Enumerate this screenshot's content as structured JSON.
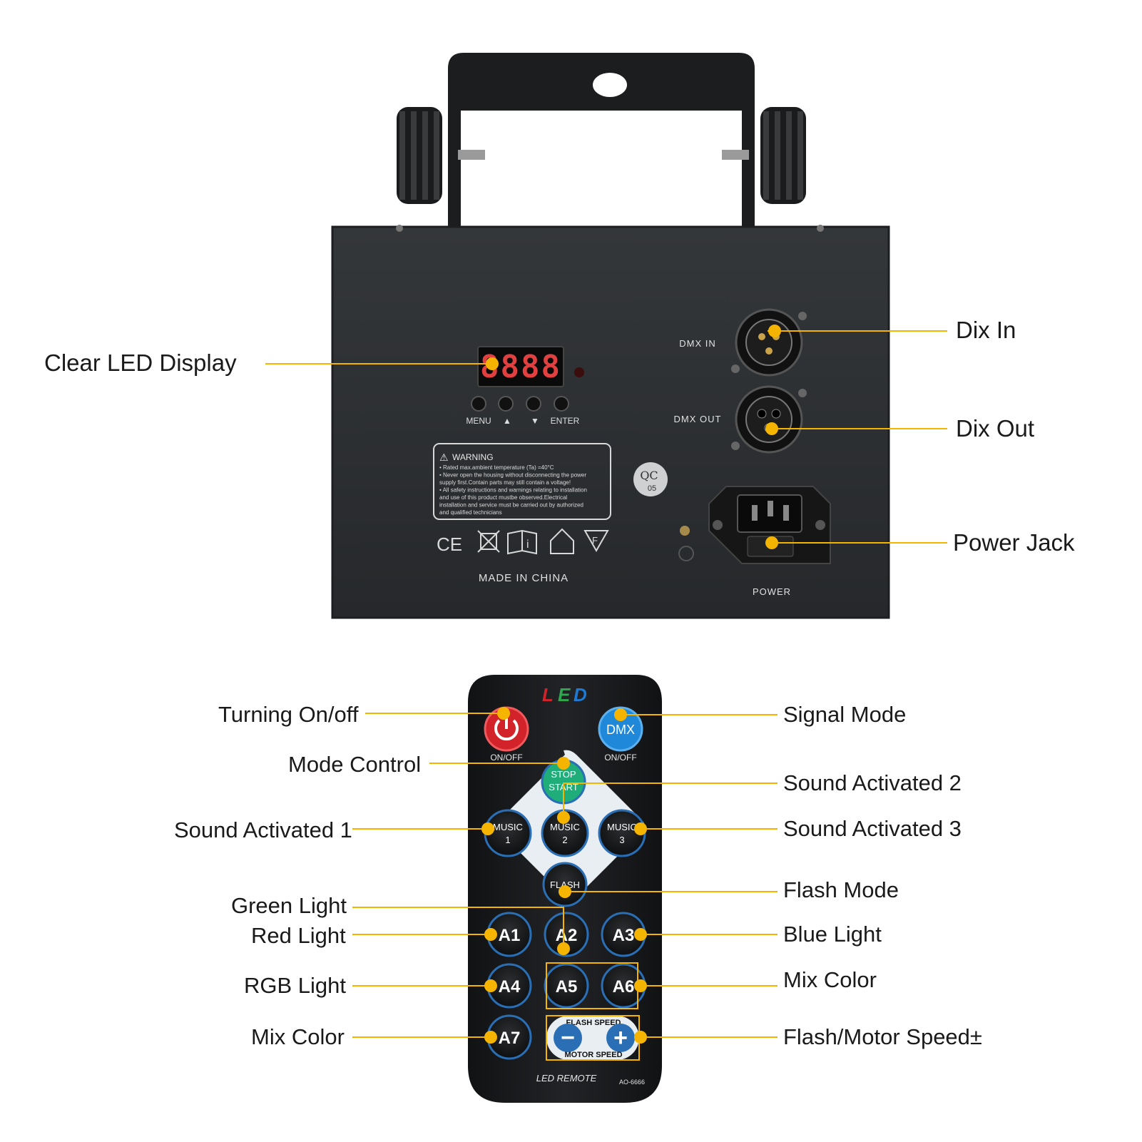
{
  "product": {
    "panel_labels": {
      "dmx_in": "DMX IN",
      "dmx_out": "DMX OUT",
      "power": "POWER",
      "made_in": "MADE IN CHINA",
      "menu": "MENU",
      "up": "▲",
      "down": "▼",
      "enter": "ENTER",
      "qc": "QC",
      "qc_num": "05",
      "display_digits": "8888"
    },
    "warning": {
      "title": "WARNING",
      "lines": [
        "• Rated max.ambient temperature (Ta) =40°C",
        "• Never open the housing without disconnecting the power",
        "  supply first.Contain parts may still contain a voltage!",
        "• All safety instructions and warnings relating to installation",
        "  and use of this product mustbe observed.Electrical",
        "  installation and service must be carried out by authorized",
        "  and qualified technicians"
      ]
    },
    "cert_marks": [
      "CE",
      "WEEE",
      "manual",
      "indoor",
      "F"
    ]
  },
  "remote": {
    "brand_letters": [
      "L",
      "E",
      "D"
    ],
    "brand_colors": [
      "#d2232a",
      "#2fa84f",
      "#1f7ad6"
    ],
    "power_label": "ON/OFF",
    "dmx_button": "DMX",
    "dmx_label": "ON/OFF",
    "stop_start": [
      "STOP",
      "START"
    ],
    "music_buttons": [
      {
        "line1": "MUSIC",
        "line2": "1"
      },
      {
        "line1": "MUSIC",
        "line2": "2"
      },
      {
        "line1": "MUSIC",
        "line2": "3"
      }
    ],
    "flash_button": "FLASH",
    "a_buttons": [
      "A1",
      "A2",
      "A3",
      "A4",
      "A5",
      "A6",
      "A7"
    ],
    "flash_speed": "FLASH SPEED",
    "motor_speed": "MOTOR SPEED",
    "minus": "−",
    "plus": "+",
    "footer": "LED REMOTE",
    "model": "AO-6666"
  },
  "callouts": {
    "clear_led_display": "Clear LED Display",
    "dix_in": "Dix In",
    "dix_out": "Dix Out",
    "power_jack": "Power Jack",
    "turning_on_off": "Turning On/off",
    "mode_control": "Mode Control",
    "sound_activated_1": "Sound Activated 1",
    "green_light": "Green Light",
    "red_light": "Red Light",
    "rgb_light": "RGB Light",
    "mix_color_left": "Mix Color",
    "signal_mode": "Signal Mode",
    "sound_activated_2": "Sound Activated 2",
    "sound_activated_3": "Sound Activated 3",
    "flash_mode": "Flash Mode",
    "blue_light": "Blue Light",
    "mix_color_right": "Mix Color",
    "flash_motor_speed": "Flash/Motor Speed±"
  },
  "colors": {
    "callout_line": "#f4b400",
    "callout_dot": "#f4b400",
    "device_body": "#2b2d30",
    "remote_body": "#1b1c1e",
    "pad_white": "#e9eef2",
    "power_red": "#e0262b",
    "dmx_blue": "#1f88d8",
    "stop_green": "#1fae7a",
    "button_ring": "#2a6fb5"
  }
}
